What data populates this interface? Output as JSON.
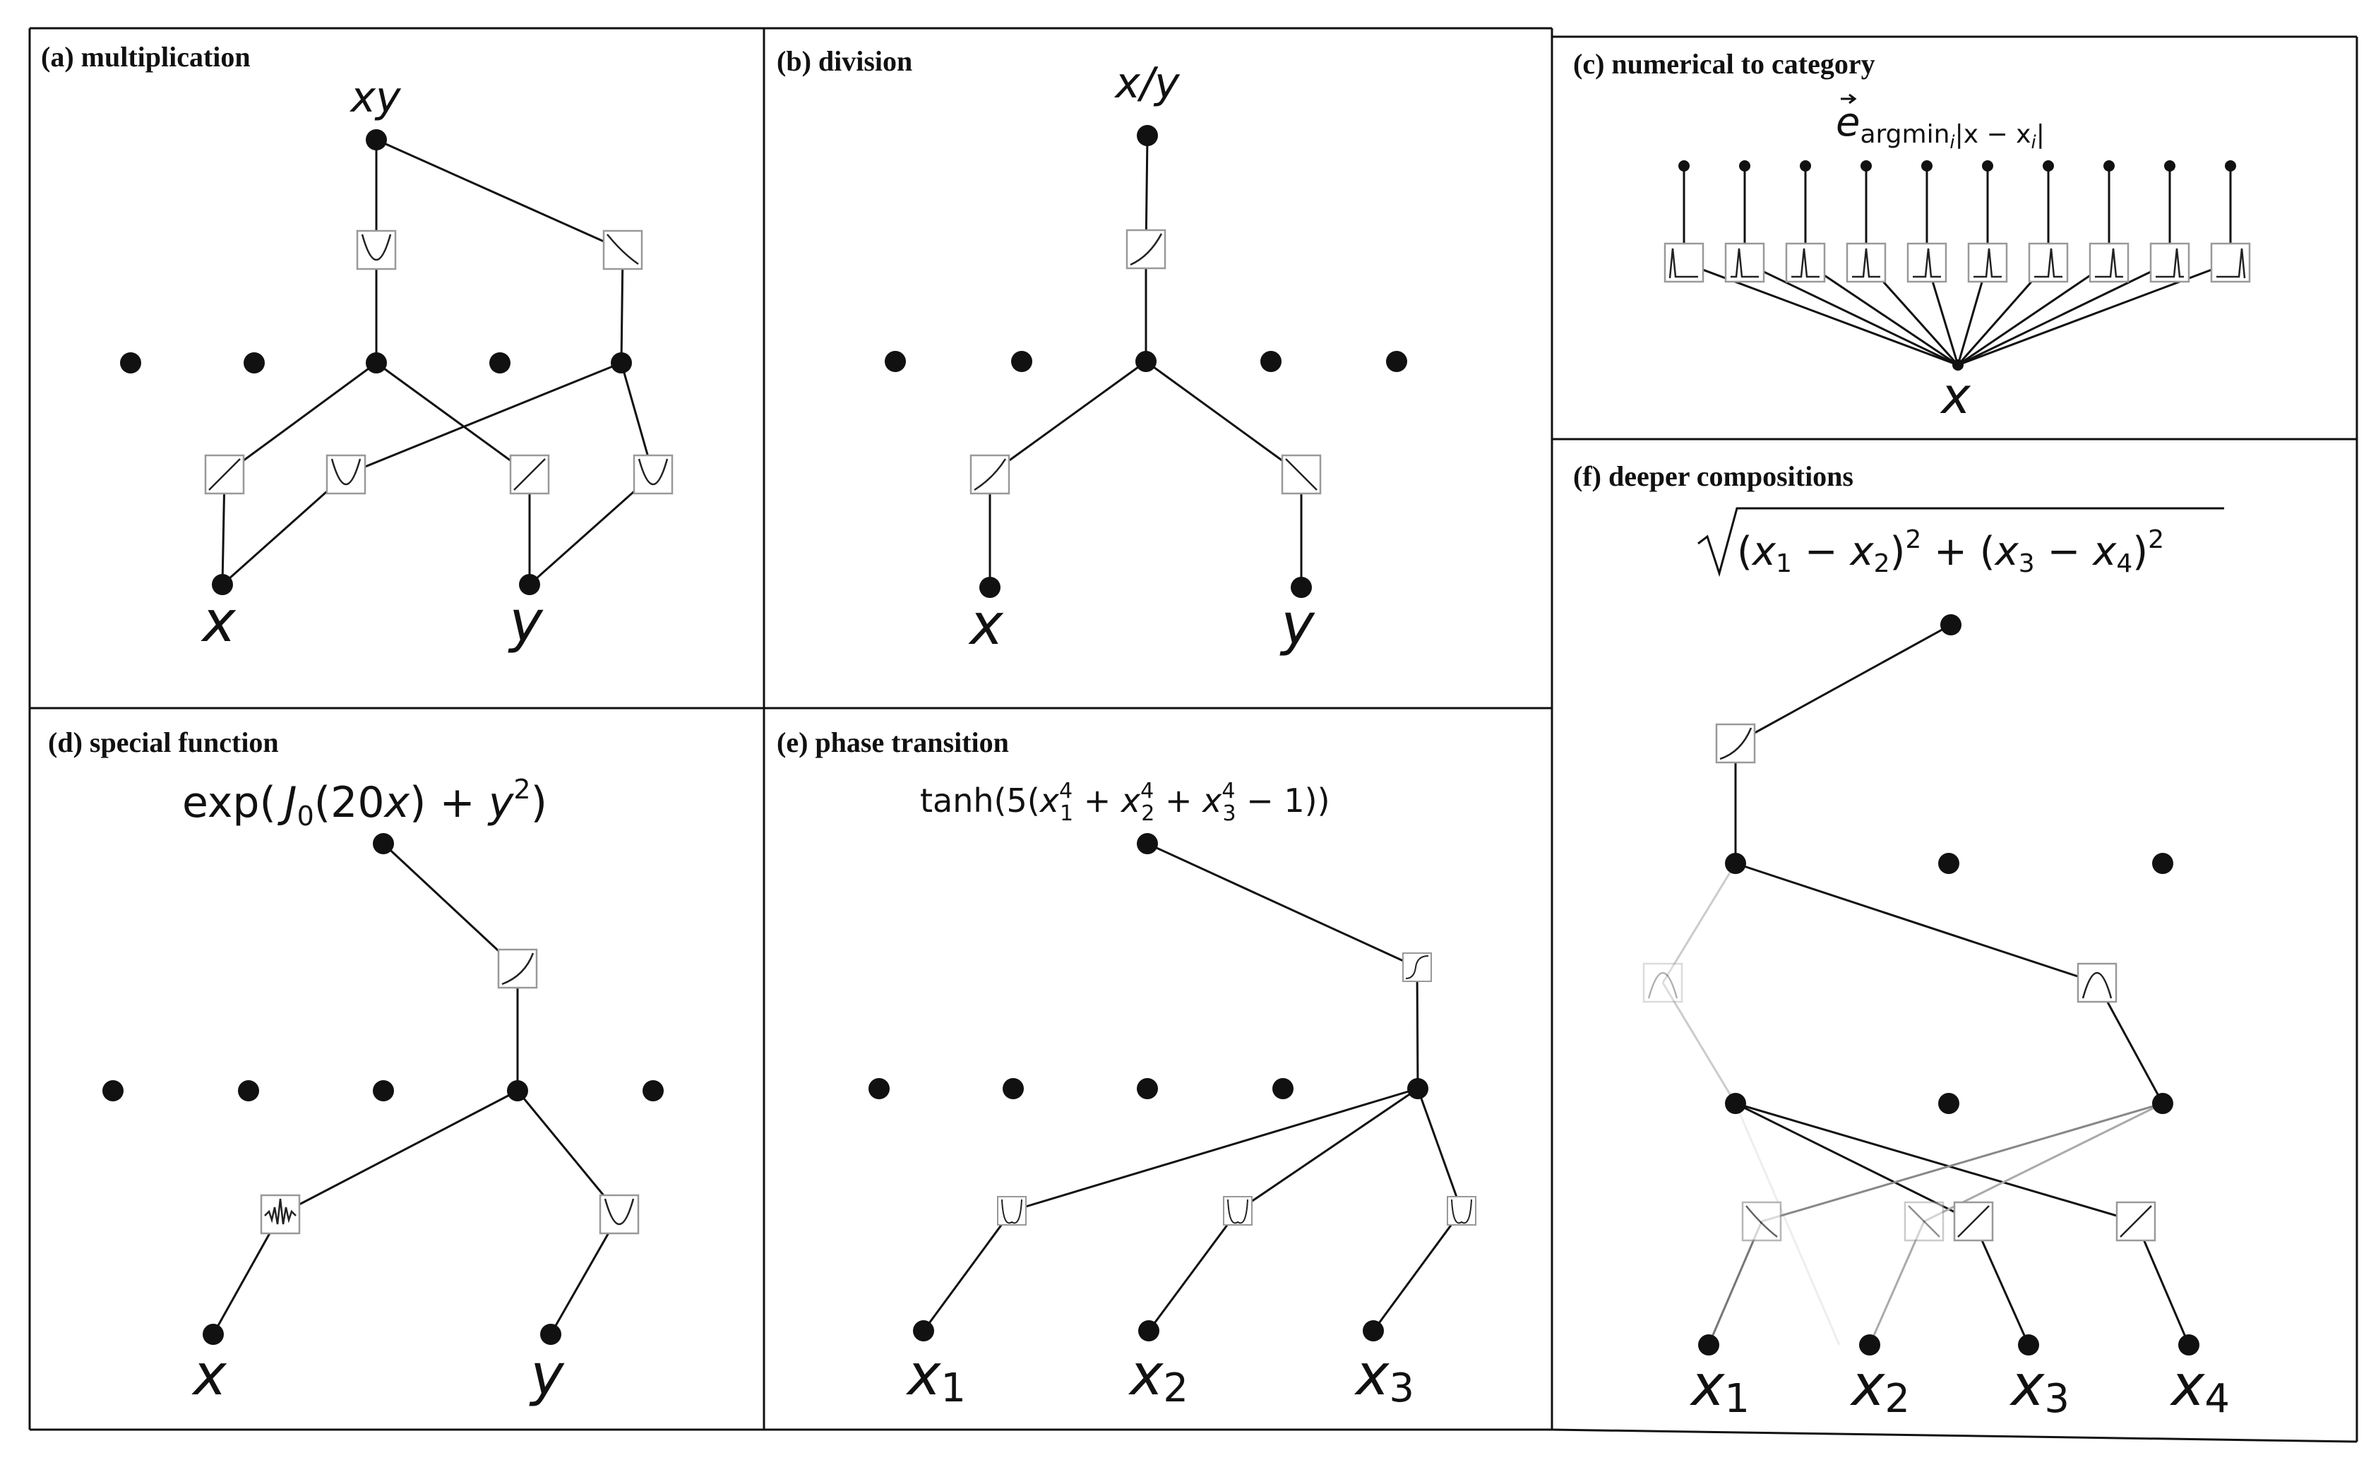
{
  "panels": {
    "a": {
      "title": "(a) multiplication",
      "output": "xy",
      "inputs": [
        "x",
        "y"
      ]
    },
    "b": {
      "title": "(b) division",
      "output": "x/y",
      "inputs": [
        "x",
        "y"
      ]
    },
    "c": {
      "title": "(c) numerical to category",
      "output_symbol": "e",
      "output_sub": "argmin",
      "output_sub2": "i",
      "output_sub3": "|x − x",
      "output_sub4": "i",
      "output_sub5": "|",
      "inputs": [
        "x"
      ]
    },
    "d": {
      "title": "(d) special function",
      "formula_a": "exp(",
      "formula_j": "J",
      "formula_j_sub": "0",
      "formula_b": "(20",
      "formula_x": "x",
      "formula_c": ") + ",
      "formula_y": "y",
      "formula_sup": "2",
      "formula_d": ")",
      "inputs": [
        "x",
        "y"
      ]
    },
    "e": {
      "title": "(e) phase transition",
      "formula_a": "tanh(5(",
      "formula_x": "x",
      "sub1": "1",
      "sub2": "2",
      "sub3": "3",
      "sup": "4",
      "plus": " + ",
      "formula_end": " − 1))",
      "inputs": [
        "x",
        "x",
        "x"
      ],
      "input_subs": [
        "1",
        "2",
        "3"
      ]
    },
    "f": {
      "title": "(f) deeper compositions",
      "formula_a": "(",
      "formula_x": "x",
      "sub1": "1",
      "sub2": "2",
      "sub3": "3",
      "sub4": "4",
      "minus": " − ",
      "close_sq": ")",
      "sup": "2",
      "plus": " + ",
      "inputs": [
        "x",
        "x",
        "x",
        "x"
      ],
      "input_subs": [
        "1",
        "2",
        "3",
        "4"
      ]
    }
  }
}
